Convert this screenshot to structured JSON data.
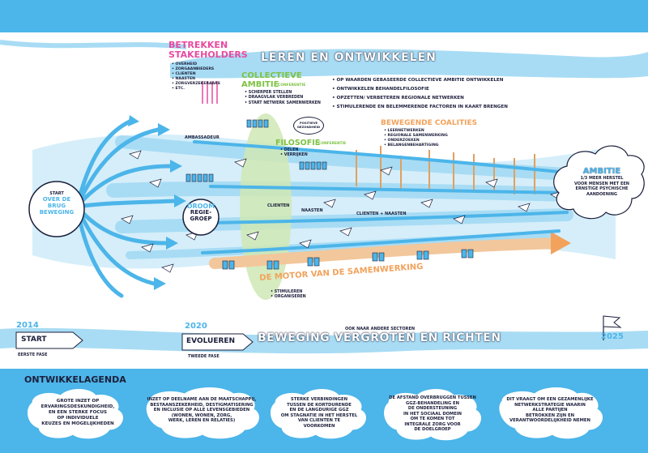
{
  "colors": {
    "sky_blue": "#4cb5e9",
    "light_blue": "#a8dcf4",
    "pale_blue": "#d5eefa",
    "navy": "#1b1f3b",
    "green": "#7dc242",
    "pale_green": "#cfe7b4",
    "orange": "#f2a25b",
    "pink": "#e84aa0",
    "white": "#ffffff"
  },
  "header": {
    "title": "LEREN EN ONTWIKKELEN",
    "bullets": [
      "OP WAARDEN GEBASEERDE COLLECTIEVE AMBITIE ONTWIKKELEN",
      "ONTWIKKELEN BEHANDELFILOSOFIE",
      "OPZETTEN/ VERBETEREN REGIONALE NETWERKEN",
      "STIMULERENDE EN BELEMMERENDE FACTOREN IN KAART BRENGEN"
    ]
  },
  "stakeholders": {
    "title_line1": "BETREKKEN",
    "title_line2": "STAKEHOLDERS",
    "items": [
      "OVERHEID",
      "ZORGAANBIEDERS",
      "CLIENTEN",
      "NAASTEN",
      "ZORGVERZEKERAARS",
      "ETC."
    ]
  },
  "collective_ambition": {
    "title_line1": "COLLECTIEVE",
    "title_line2": "AMBITIE",
    "tag": "CONFERENTIE",
    "items": [
      "SCHERPER STELLEN",
      "DRAAGVLAK VERBREDEN",
      "START NETWERK SAMENWERKEN"
    ]
  },
  "philosophy": {
    "title": "FILOSOFIE",
    "tag": "CONFERENTIE",
    "items": [
      "DELEN",
      "VERRIJKEN"
    ]
  },
  "speech_bubble": "POSITIEVE GEZONDHEID",
  "coalitions": {
    "title": "BEWEGENDE COALITIES",
    "items": [
      "LEERNETWERKEN",
      "REGIONALE SAMENWERKING",
      "ONDERZOEKEN",
      "BELANGENBEHARTIGING"
    ]
  },
  "labels": {
    "ambassador": "AMBASSADEUR",
    "clients": "CLIENTEN",
    "relatives": "NAASTEN",
    "clients_and_relatives": "CLIENTEN + NAASTEN"
  },
  "start_circle": {
    "line1": "START",
    "line2": "OVER DE",
    "line3": "BRUG",
    "line4": "BEWEGING"
  },
  "dream_group": {
    "line1": "DROOM",
    "line2": "REGIE-",
    "line3": "GROEP"
  },
  "ambition_cloud": {
    "title": "AMBITIE",
    "text": "1/3 MEER HERSTEL\nVOOR MENSEN MET EEN\nERNSTIGE PSYCHISCHE\nAANDOENING"
  },
  "motor": {
    "title": "DE MOTOR VAN DE SAMENWERKING",
    "items": [
      "STIMULEREN",
      "ORGANISEREN"
    ]
  },
  "timeline": {
    "y2014": "2014",
    "y2020": "2020",
    "y2025": "2025",
    "start_label": "START",
    "start_sub": "EERSTE FASE",
    "evolve_label": "EVOLUEREN",
    "evolve_sub": "TWEEDE FASE",
    "sectors": "OOK NAAR ANDERE SECTOREN",
    "movement": "BEWEGING VERGROTEN EN RICHTEN"
  },
  "agenda": {
    "title": "ONTWIKKELAGENDA",
    "clouds": [
      "GROTE INZET OP\nERVARINGSDESKUNDIGHEID,\nEN EEN STERKE FOCUS\nOP INDIVIDUELE\nKEUZES EN MOGELIJKHEDEN",
      "INZET OP DEELNAME AAN DE MAATSCHAPPIJ,\nBESTAANSZEKERHEID, DESTIGMATISERING\nEN INCLUSIE OP ALLE LEVENSGEBIEDEN\n(WONEN, WONEN, ZORG,\nWERK, LEREN EN RELATIES)",
      "STERKE VERBINDINGEN\nTUSSEN DE KORTDURENDE\nEN DE LANGDURIGE GGZ\nOM STAGNATIE IN HET HERSTEL\nVAN CLIENTEN TE\nVOORKOMEN",
      "DE AFSTAND OVERBRUGGEN TUSSEN\nGGZ-BEHANDELING EN\nDE ONDERSTEUNING\nIN HET SOCIAAL DOMEIN\nOM TE KOMEN TOT\nINTEGRALE ZORG VOOR\nDE DOELGROEP",
      "DIT VRAAGT OM EEN GEZAMENLIJKE\nNETWERKSTRATEGIE WAARIN\nALLE PARTIJEN\nBETROKKEN ZIJN EN\nVERANTWOORDELIJKHEID NEMEN"
    ]
  }
}
